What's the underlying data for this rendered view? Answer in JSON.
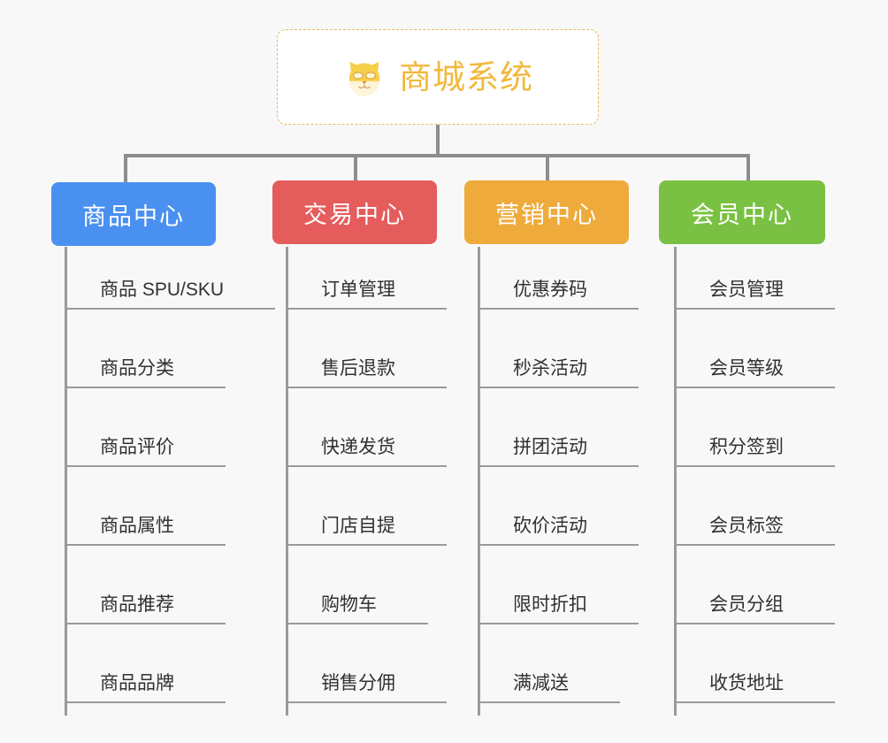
{
  "diagram": {
    "type": "tree-mindmap",
    "background_color": "#f8f8f8",
    "root": {
      "title": "商城系统",
      "icon": "shiba-dog-face-icon",
      "text_color": "#f2b83c",
      "border_color": "#e8b860",
      "background_color": "#ffffff"
    },
    "connector_color": "#8d8d8d",
    "branches": [
      {
        "label": "商品中心",
        "color": "#4a90f0",
        "items": [
          "商品 SPU/SKU",
          "商品分类",
          "商品评价",
          "商品属性",
          "商品推荐",
          "商品品牌"
        ]
      },
      {
        "label": "交易中心",
        "color": "#e45c5c",
        "items": [
          "订单管理",
          "售后退款",
          "快递发货",
          "门店自提",
          "购物车",
          "销售分佣"
        ]
      },
      {
        "label": "营销中心",
        "color": "#eeab3c",
        "items": [
          "优惠券码",
          "秒杀活动",
          "拼团活动",
          "砍价活动",
          "限时折扣",
          "满减送"
        ]
      },
      {
        "label": "会员中心",
        "color": "#7ac143",
        "items": [
          "会员管理",
          "会员等级",
          "积分签到",
          "会员标签",
          "会员分组",
          "收货地址"
        ]
      }
    ]
  }
}
